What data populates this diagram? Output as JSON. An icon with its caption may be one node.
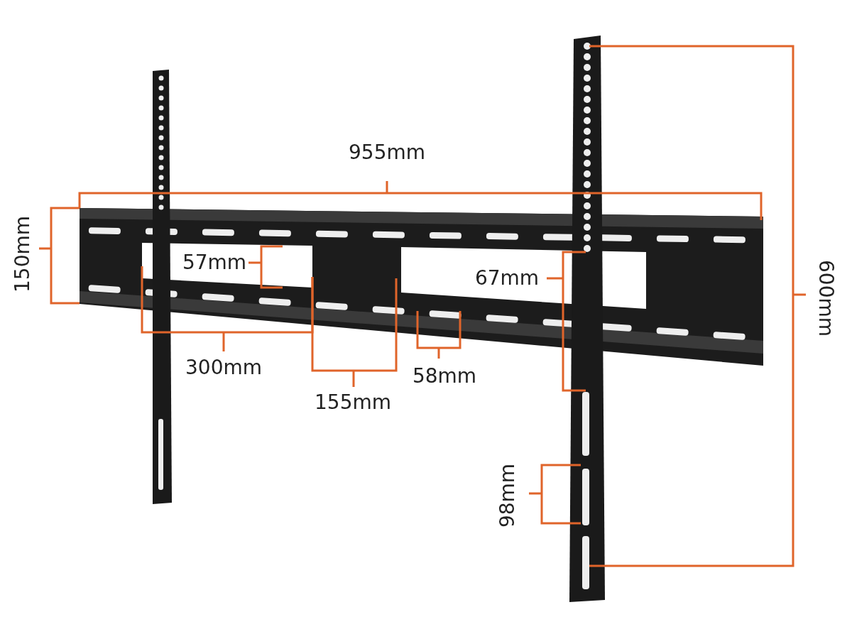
{
  "diagram": {
    "labels": [
      "955mm",
      "150mm",
      "57mm",
      "67mm",
      "600mm",
      "300mm",
      "58mm",
      "155mm",
      "98mm"
    ]
  }
}
